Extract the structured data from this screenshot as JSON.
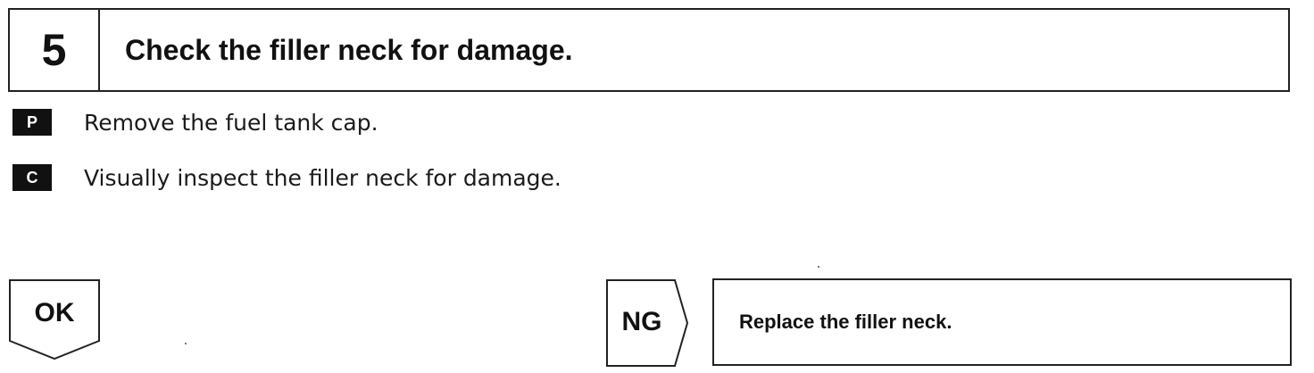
{
  "step": {
    "number": "5",
    "title": "Check the filler neck for damage."
  },
  "instructions": [
    {
      "badge": "P",
      "text": "Remove the fuel tank cap."
    },
    {
      "badge": "C",
      "text": "Visually inspect the filler neck for damage."
    }
  ],
  "outcomes": {
    "ok_label": "OK",
    "ng_label": "NG",
    "ng_action": "Replace the filler neck."
  }
}
